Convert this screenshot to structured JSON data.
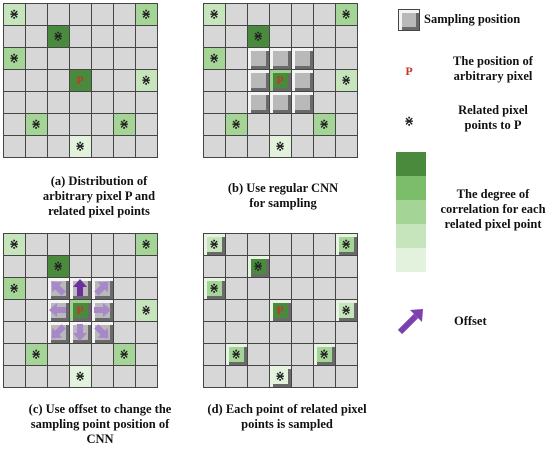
{
  "colors": {
    "cell": "#d7d7d7",
    "grid_line": "#454545",
    "level1": "#4a8a3c",
    "level2": "#7cbd6b",
    "level3": "#a5d596",
    "level4": "#c7e5bd",
    "level5": "#e2f2dc",
    "p_label": "#c0392b",
    "arrow": "#7e3fb1"
  },
  "symbols": {
    "related": "⋇",
    "p": "P"
  },
  "panels": {
    "a": {
      "caption": "(a) Distribution of\narbitrary pixel P and\nrelated pixel points"
    },
    "b": {
      "caption": "(b) Use regular CNN\nfor sampling"
    },
    "c": {
      "caption": "(c) Use offset to change the\nsampling point position of\nCNN"
    },
    "d": {
      "caption": "(d) Each point of related pixel\npoints is sampled"
    }
  },
  "legend": {
    "sampling_position": "Sampling position",
    "p_symbol": "P",
    "p_text": "The position of\narbitrary pixel",
    "related_text": "Related pixel\npoints to P",
    "correlation_text": "The degree of\ncorrelation for each\nrelated pixel point",
    "offset_text": "Offset"
  }
}
